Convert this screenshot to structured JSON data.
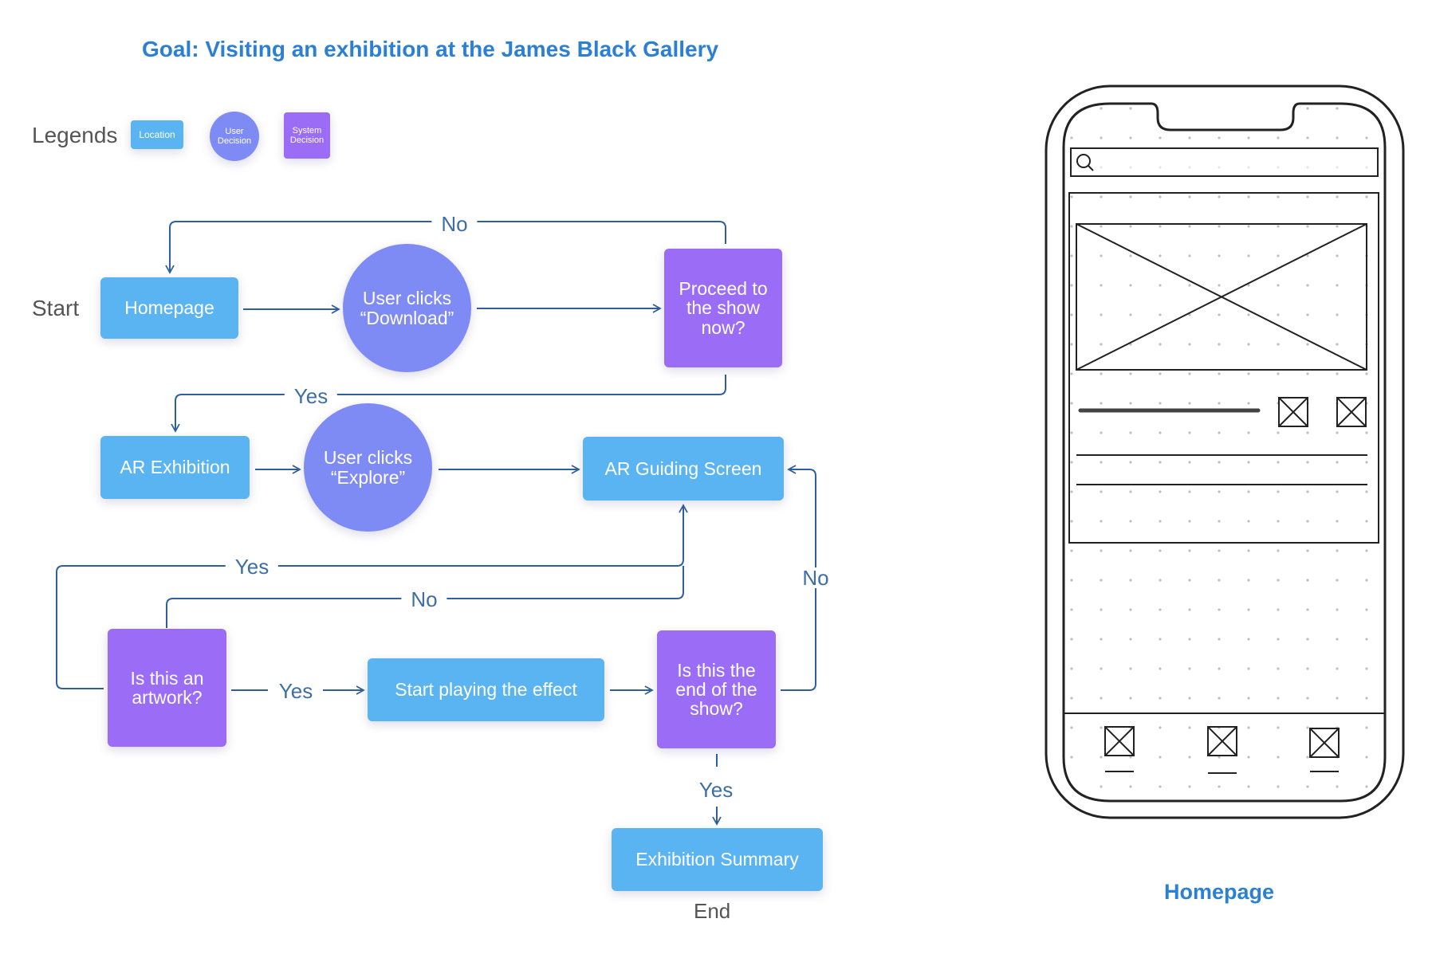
{
  "title": "Goal: Visiting an exhibition at the James Black Gallery",
  "legend": {
    "heading": "Legends",
    "location": "Location",
    "user_decision": "User Decision",
    "system_decision": "System Decision"
  },
  "markers": {
    "start": "Start",
    "end": "End"
  },
  "nodes": {
    "homepage": "Homepage",
    "user_clicks_download": "User clicks “Download”",
    "proceed_to_show": "Proceed to the show now?",
    "ar_exhibition": "AR Exhibition",
    "user_clicks_explore": "User clicks “Explore”",
    "ar_guiding_screen": "AR Guiding Screen",
    "is_artwork": "Is this an artwork?",
    "start_playing_effect": "Start playing the effect",
    "is_end_of_show": "Is this the end of the show?",
    "exhibition_summary": "Exhibition Summary"
  },
  "edges": {
    "proceed_no": "No",
    "proceed_yes": "Yes",
    "artwork_yes_loop": "Yes",
    "artwork_no_loop": "No",
    "artwork_yes": "Yes",
    "end_no": "No",
    "end_yes": "Yes"
  },
  "phone": {
    "caption": "Homepage"
  },
  "colors": {
    "location": "#5ab4f2",
    "user_decision": "#7f8bf5",
    "system_decision": "#9b6cf5",
    "connector": "#2f5f9e",
    "title": "#2c80d3"
  }
}
